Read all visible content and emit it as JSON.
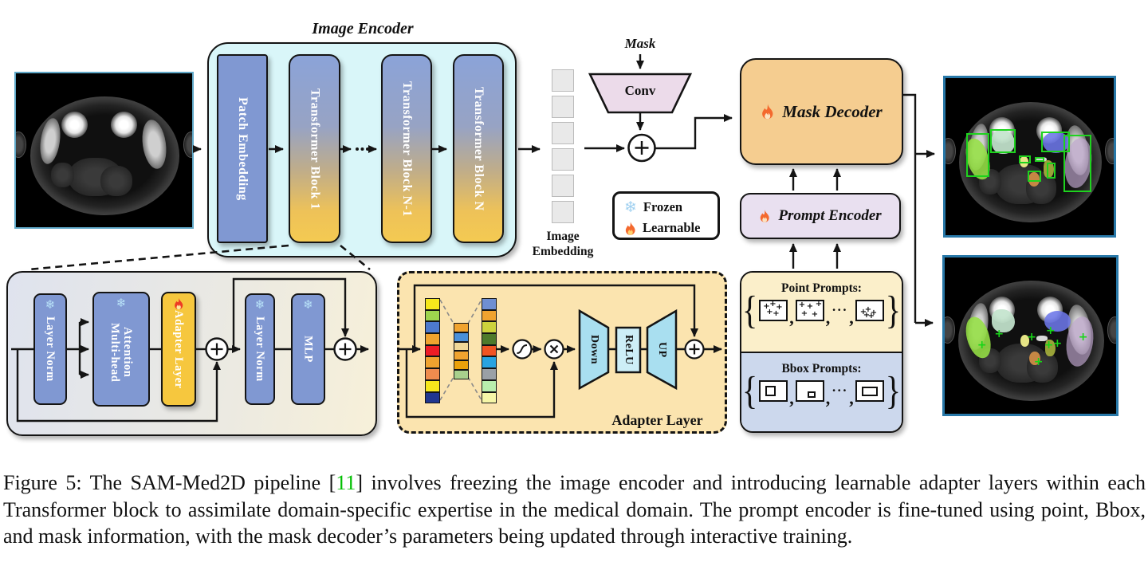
{
  "encoder": {
    "title": "Image Encoder",
    "blocks": [
      {
        "label": "Patch Embedding"
      },
      {
        "label": "Transformer Block 1"
      },
      {
        "label": "Transformer Block N-1"
      },
      {
        "label": "Transformer Block N"
      }
    ]
  },
  "embedding": {
    "line1": "Image",
    "line2": "Embedding"
  },
  "mask_branch": {
    "mask": "Mask",
    "conv": "Conv"
  },
  "decoder": {
    "label": "Mask Decoder"
  },
  "prompt_encoder": {
    "label": "Prompt Encoder"
  },
  "legend": {
    "frozen": "Frozen",
    "learnable": "Learnable",
    "snowflake": "❄"
  },
  "prompts": {
    "point_title": "Point Prompts:",
    "bbox_title": "Bbox Prompts:",
    "brace_l": "{",
    "brace_r": "}",
    "comma": ",",
    "dots": "···",
    "plus": "+"
  },
  "detail": {
    "ln1": "Layer Norm",
    "mha": "Multi-head Attention",
    "adapter": "Adapter Layer",
    "ln2": "Layer Norm",
    "mlp": "MLP"
  },
  "adapter": {
    "label": "Adapter Layer",
    "down": "Down",
    "relu": "ReLU",
    "up": "UP",
    "col1": [
      "#f6e71c",
      "#9ed44e",
      "#4d79cc",
      "#f0a32f",
      "#ee1c25",
      "#f0a32f",
      "#ef8c4e",
      "#f6e71c",
      "#20368f"
    ],
    "col2": [
      "#f0a32f",
      "#4a90d9",
      "#f0d898",
      "#f0a32f",
      "#eba10a",
      "#a8d08d"
    ],
    "col3": [
      "#6f8fd2",
      "#f0a32f",
      "#cdd23c",
      "#4e7a2b",
      "#f05423",
      "#29a3e0",
      "#9aa0a6",
      "#b9eead",
      "#f6f6a8"
    ]
  },
  "images": {
    "point_marker": "+"
  },
  "caption": {
    "prefix": "Figure 5: The SAM-Med2D pipeline [",
    "ref": "11",
    "suffix": "] involves freezing the image encoder and introducing learnable adapter layers within each Transformer block to assimilate domain-specific expertise in the medical domain. The prompt encoder is fine-tuned using point, Bbox, and mask information, with the mask decoder’s parameters being updated through interactive training."
  }
}
